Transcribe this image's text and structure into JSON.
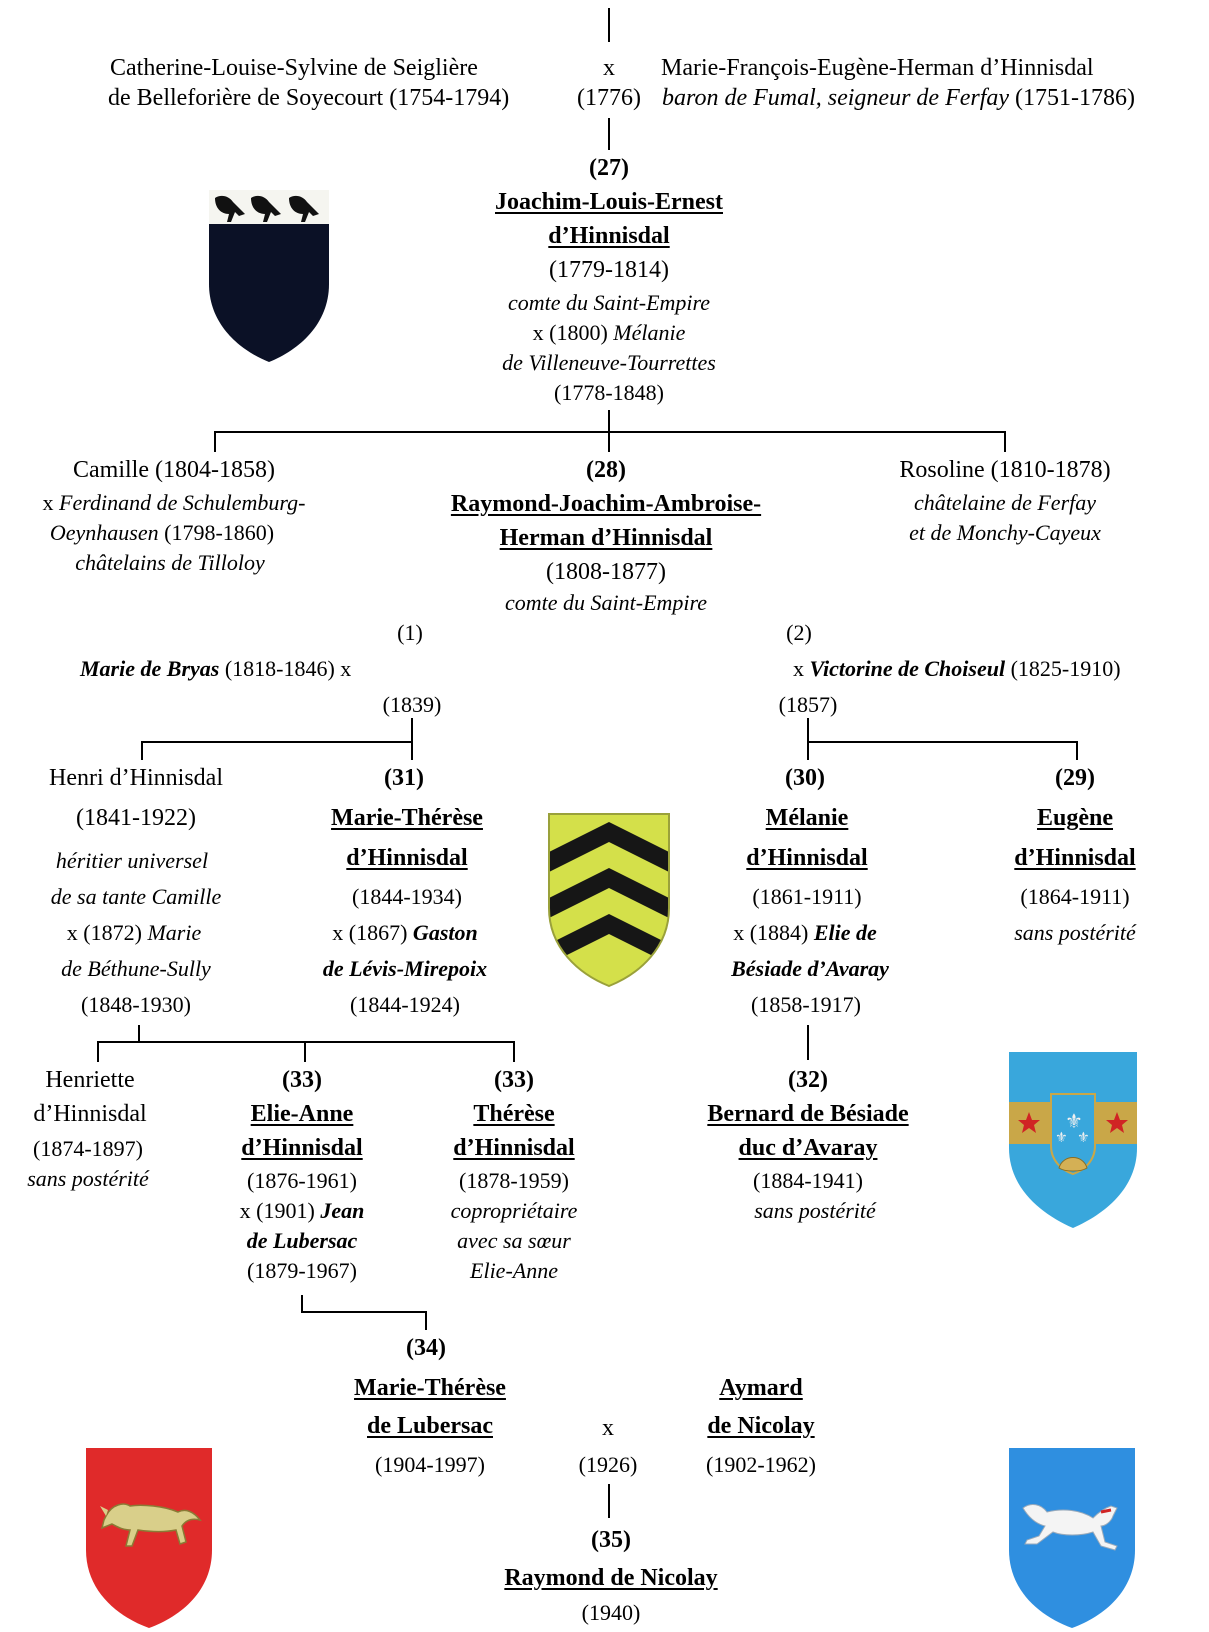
{
  "top": {
    "left_line1": "Catherine-Louise-Sylvine de Seiglière",
    "left_line2": "de Belleforière de Soyecourt (1754-1794)",
    "x": "x",
    "year": "(1776)",
    "right_line1": "Marie-François-Eugène-Herman d’Hinnisdal",
    "right_line2_it": "baron de Fumal, seigneur de Ferfay",
    "right_line2_dates": "(1751-1786)"
  },
  "p27": {
    "num": "(27)",
    "name1": "Joachim-Louis-Ernest",
    "name2": "d’Hinnisdal",
    "dates": "(1779-1814)",
    "title": "comte du Saint-Empire",
    "marriage_pre": "x (1800)",
    "spouse1": "Mélanie",
    "spouse2": "de Villeneuve-Tourrettes",
    "spouse_dates": "(1778-1848)"
  },
  "camille": {
    "name": "Camille (1804-1858)",
    "m_pre": "x",
    "m_it": "Ferdinand de Schulemburg-",
    "m2_it": "Oeynhausen",
    "m2_dates": "(1798-1860)",
    "m3": "châtelains de Tilloloy"
  },
  "p28": {
    "num": "(28)",
    "name1": "Raymond-Joachim-Ambroise-",
    "name2": "Herman d’Hinnisdal",
    "dates": "(1808-1877)",
    "title": "comte du Saint-Empire"
  },
  "rosoline": {
    "name": "Rosoline (1810-1878)",
    "l2": "châtelaine de Ferfay",
    "l3": "et de Monchy-Cayeux"
  },
  "m1": {
    "label": "(1)",
    "spouse": "Marie de Bryas",
    "dates_x": "(1818-1846)  x",
    "year": "(1839)"
  },
  "m2": {
    "label": "(2)",
    "pre": "x",
    "spouse": "Victorine de Choiseul",
    "dates": "(1825-1910)",
    "year": "(1857)"
  },
  "henri": {
    "name": "Henri d’Hinnisdal",
    "dates": "(1841-1922)",
    "l3": "héritier universel",
    "l4": "de sa tante Camille",
    "l5_pre": "x (1872)",
    "l5_it": "Marie",
    "l6": "de Béthune-Sully",
    "l7": "(1848-1930)"
  },
  "p31": {
    "num": "(31)",
    "name1": "Marie-Thérèse",
    "name2": "d’Hinnisdal",
    "dates": "(1844-1934)",
    "m_pre": "x (1867)",
    "m_it": "Gaston",
    "m2": "de Lévis-Mirepoix",
    "m3": "(1844-1924)"
  },
  "p30": {
    "num": "(30)",
    "name1": "Mélanie",
    "name2": "d’Hinnisdal",
    "dates": "(1861-1911)",
    "m_pre": "x (1884)",
    "m_it": "Elie de",
    "m2": "Bésiade d’Avaray",
    "m3": "(1858-1917)"
  },
  "p29": {
    "num": "(29)",
    "name1": "Eugène",
    "name2": "d’Hinnisdal",
    "dates": "(1864-1911)",
    "note": "sans postérité"
  },
  "henriette": {
    "l1": "Henriette",
    "l2": "d’Hinnisdal",
    "l3": "(1874-1897)",
    "l4": "sans postérité"
  },
  "p33a": {
    "num": "(33)",
    "name1": "Elie-Anne",
    "name2": "d’Hinnisdal",
    "dates": "(1876-1961)",
    "m_pre": "x (1901)",
    "m_it": "Jean",
    "m2": "de Lubersac",
    "m3": "(1879-1967)"
  },
  "p33b": {
    "num": "(33)",
    "name1": "Thérèse",
    "name2": "d’Hinnisdal",
    "dates": "(1878-1959)",
    "l4": "copropriétaire",
    "l5": "avec sa sœur",
    "l6": "Elie-Anne"
  },
  "p32": {
    "num": "(32)",
    "name1": "Bernard de Bésiade",
    "name2": "duc d’Avaray",
    "dates": "(1884-1941)",
    "note": "sans postérité"
  },
  "p34": {
    "num": "(34)",
    "name1": "Marie-Thérèse",
    "name2": "de Lubersac",
    "dates": "(1904-1997)",
    "x": "x",
    "year": "(1926)"
  },
  "aymard": {
    "name1": "Aymard",
    "name2": "de Nicolay",
    "dates": "(1902-1962)"
  },
  "p35": {
    "num": "(35)",
    "name": "Raymond de Nicolay",
    "dates": "(1940)"
  },
  "arms": {
    "hinnisdal": "ravens-shield-icon",
    "levis": "chevrons-shield-icon",
    "avaray": "fleur-de-lis-shield-icon",
    "lubersac": "wolf-shield-icon",
    "nicolay": "greyhound-shield-icon"
  },
  "colors": {
    "shield_black": "#0b1126",
    "chevron_yellow": "#d4e04a",
    "shield_blue": "#39a7dc",
    "shield_red": "#e02a2a",
    "gold": "#c9a748"
  }
}
